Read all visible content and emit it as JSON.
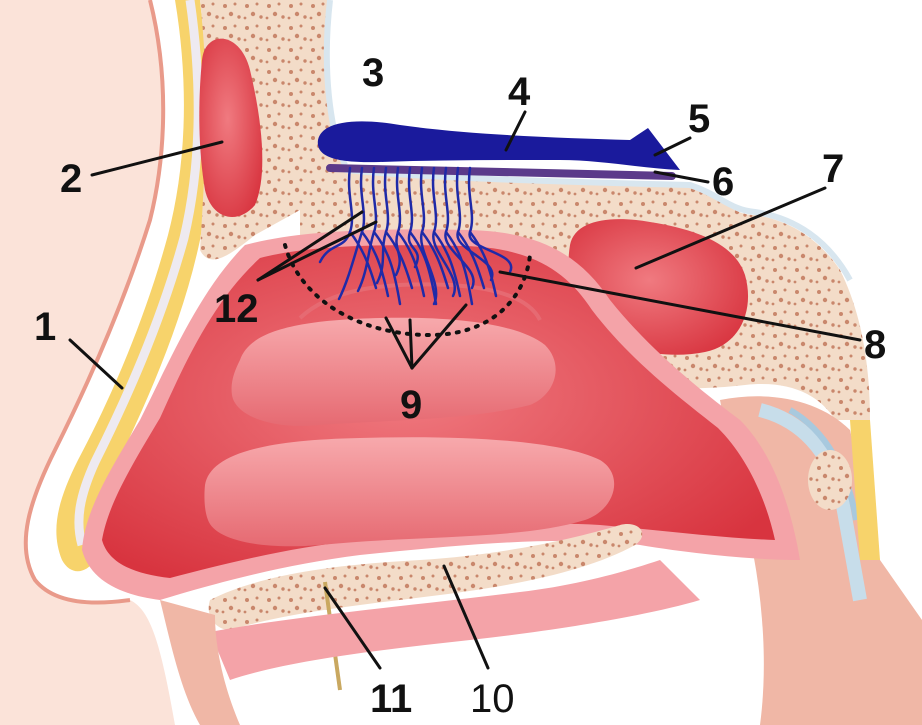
{
  "labels": {
    "l1": "1",
    "l2": "2",
    "l3": "3",
    "l4": "4",
    "l5": "5",
    "l6": "6",
    "l7": "7",
    "l8": "8",
    "l9": "9",
    "l10": "10",
    "l11": "11",
    "l12": "12"
  },
  "colors": {
    "cavity": "#e8505a",
    "mucosa": "#f4a3a8",
    "bone": "#f3dcc8",
    "bone_spots": "#c9876c",
    "skin": "#f6c9b8",
    "fat": "#f7d36b",
    "bulb": "#1a1a9c",
    "tract": "#1a1a9c",
    "cribriform": "#5b3a8a",
    "nerve_fibers": "#1f2aa8"
  }
}
